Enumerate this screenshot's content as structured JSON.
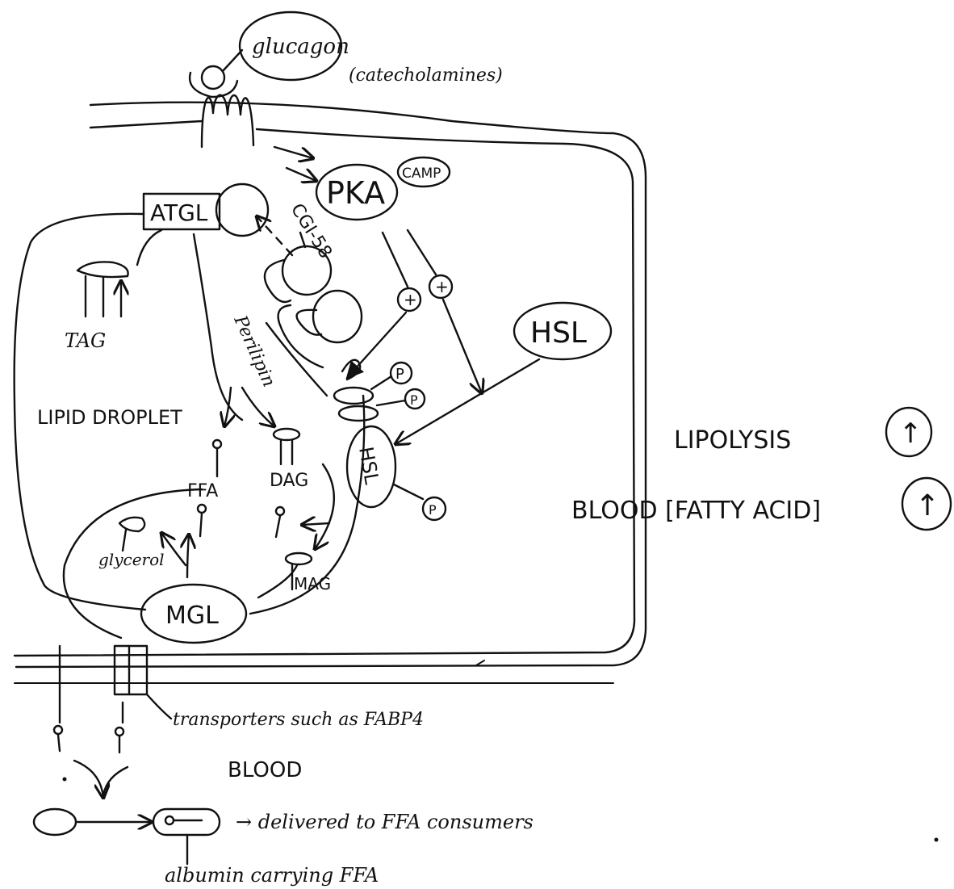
{
  "labels": {
    "glucagon": "glucagon",
    "catecholamines": "(catecholamines)",
    "pka": "PKA",
    "camp": "CAMP",
    "atgl": "ATGL",
    "cgi58": "CGI-58",
    "tag": "TAG",
    "perilipin": "Perilipin",
    "hsl_free": "HSL",
    "hsl_bound": "HSL",
    "lipid_droplet": "LIPID DROPLET",
    "ffa": "FFA",
    "dag": "DAG",
    "glycerol": "glycerol",
    "mag": "MAG",
    "mgl": "MGL",
    "lipolysis": "LIPOLYSIS",
    "blood_fatty_acid": "BLOOD [FATTY ACID]",
    "plus_1": "+",
    "plus_2": "+",
    "phospho_1": "P",
    "phospho_2": "P",
    "phospho_3": "P",
    "up_arrow_1": "↑",
    "up_arrow_2": "↑",
    "transporters": "transporters such as FABP4",
    "blood": "BLOOD",
    "delivered": "→ delivered to FFA consumers",
    "albumin": "albumin carrying FFA"
  }
}
